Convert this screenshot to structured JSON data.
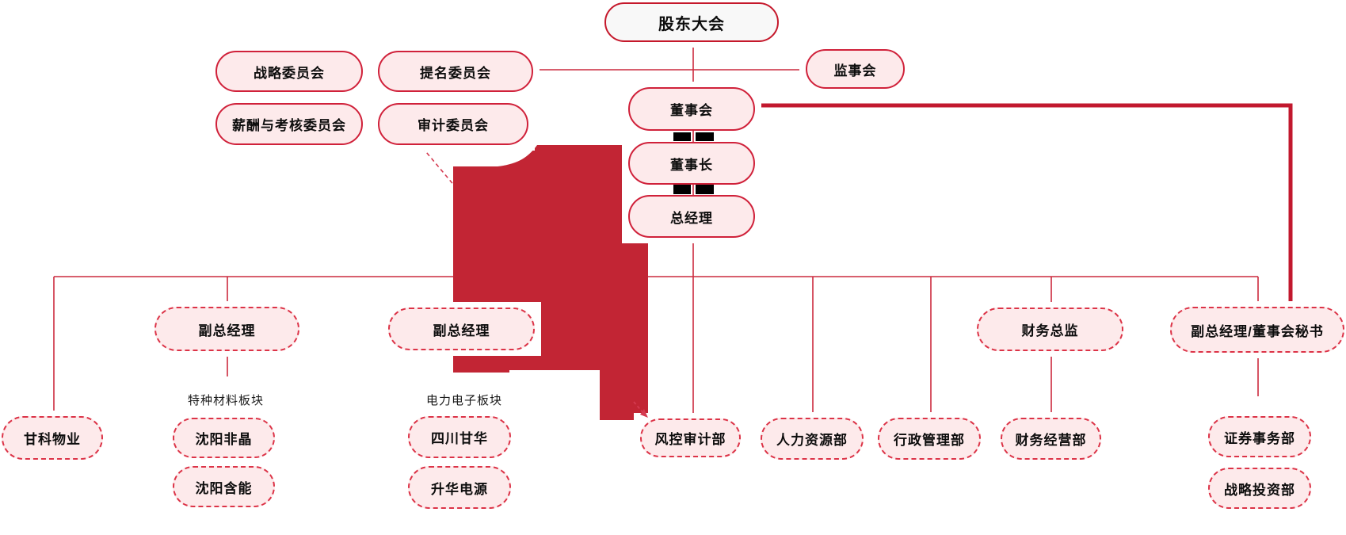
{
  "org_chart": {
    "nodes": [
      {
        "id": "shareholders",
        "label": "股东大会",
        "level": "top"
      },
      {
        "id": "strategy-committee",
        "label": "战略委员会",
        "level": "committee"
      },
      {
        "id": "nomination-committee",
        "label": "提名委员会",
        "level": "committee"
      },
      {
        "id": "supervisory-board",
        "label": "监事会",
        "level": "committee"
      },
      {
        "id": "compensation-committee",
        "label": "薪酬与考核委员会",
        "level": "committee"
      },
      {
        "id": "audit-committee",
        "label": "审计委员会",
        "level": "committee"
      },
      {
        "id": "board-of-directors",
        "label": "董事会",
        "level": "governance"
      },
      {
        "id": "chairman",
        "label": "董事长",
        "level": "governance"
      },
      {
        "id": "general-manager",
        "label": "总经理",
        "level": "governance"
      },
      {
        "id": "deputy-gm-1",
        "label": "副总经理",
        "level": "executive"
      },
      {
        "id": "deputy-gm-2",
        "label": "副总经理",
        "level": "executive"
      },
      {
        "id": "cfo",
        "label": "财务总监",
        "level": "executive"
      },
      {
        "id": "deputy-gm-secretary",
        "label": "副总经理/董事会秘书",
        "level": "executive"
      },
      {
        "id": "ganke-property",
        "label": "甘科物业",
        "level": "unit"
      },
      {
        "id": "shenyang-feijing",
        "label": "沈阳非晶",
        "level": "unit"
      },
      {
        "id": "shenyang-hanneng",
        "label": "沈阳含能",
        "level": "unit"
      },
      {
        "id": "sichuan-ganhua",
        "label": "四川甘华",
        "level": "unit"
      },
      {
        "id": "shenghua-power",
        "label": "升华电源",
        "level": "unit"
      },
      {
        "id": "risk-audit-dept",
        "label": "风控审计部",
        "level": "department"
      },
      {
        "id": "hr-dept",
        "label": "人力资源部",
        "level": "department"
      },
      {
        "id": "admin-dept",
        "label": "行政管理部",
        "level": "department"
      },
      {
        "id": "finance-ops-dept",
        "label": "财务经营部",
        "level": "department"
      },
      {
        "id": "securities-dept",
        "label": "证券事务部",
        "level": "department"
      },
      {
        "id": "strategic-investment-dept",
        "label": "战略投资部",
        "level": "department"
      }
    ],
    "section_labels": [
      {
        "id": "special-materials",
        "text": "特种材料板块"
      },
      {
        "id": "power-electronics",
        "text": "电力电子板块"
      }
    ]
  },
  "colors": {
    "thin_line": "#cb2a3e",
    "thick_line": "#c2182e",
    "blob": "#c22534",
    "solid_border": "#d0213a",
    "dashed_border": "#dc3347",
    "node_fill": "#fdeaeb",
    "top_node_fill": "#f8f8f8",
    "redaction_bar": "#000000"
  }
}
